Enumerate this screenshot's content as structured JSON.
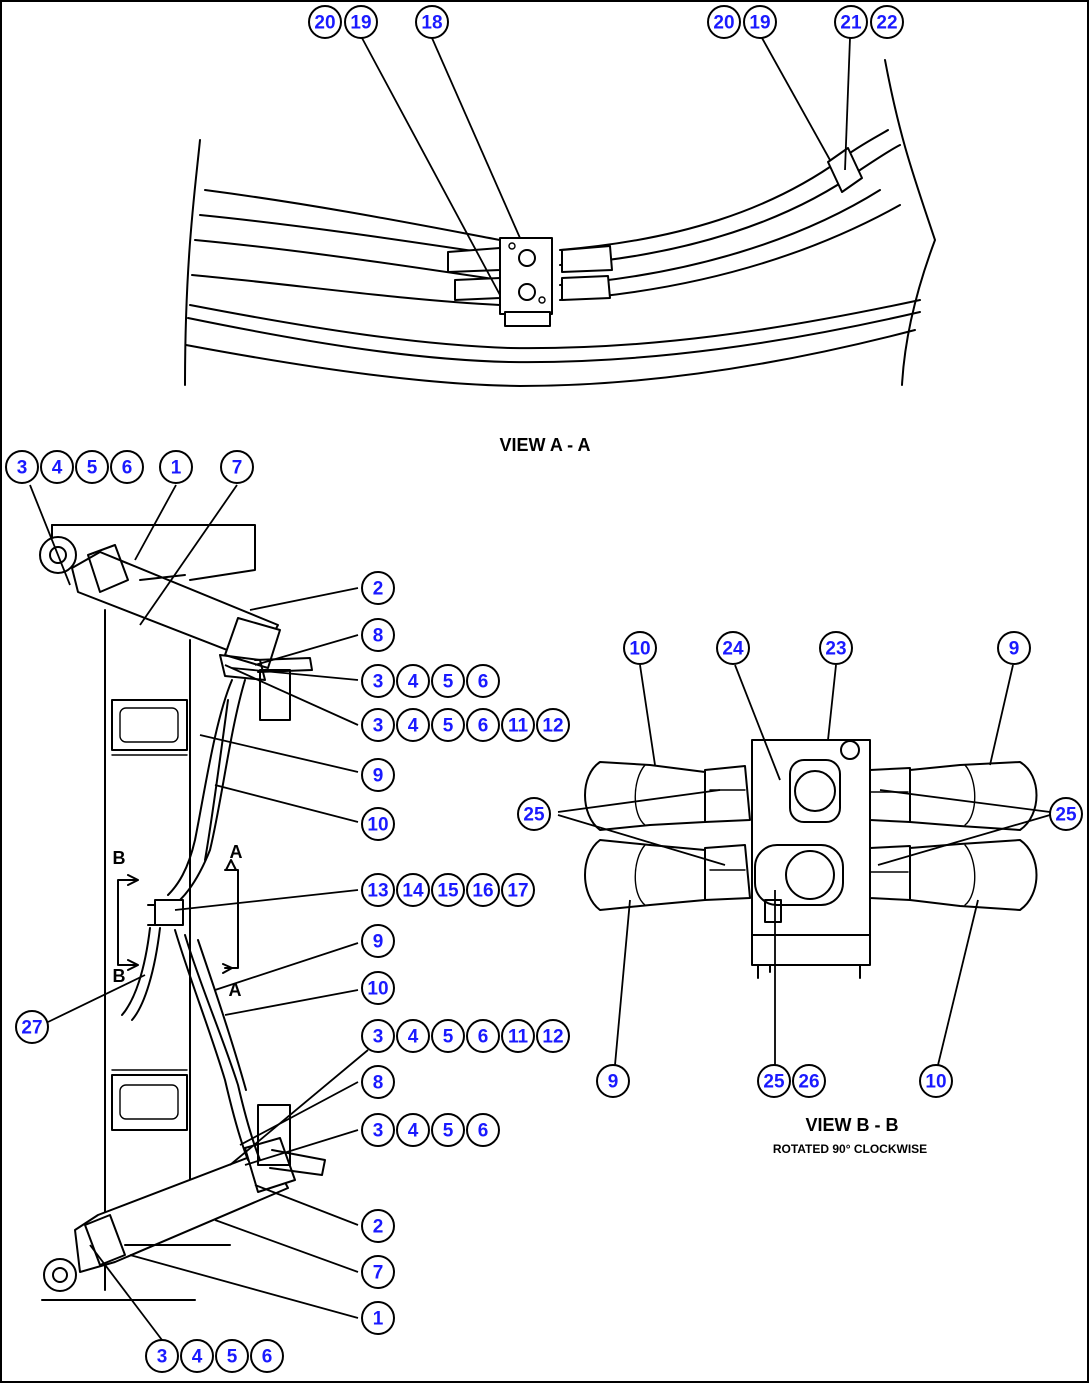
{
  "views": {
    "view_a": {
      "title": "VIEW A - A"
    },
    "view_b": {
      "title": "VIEW B - B",
      "subtitle": "ROTATED 90° CLOCKWISE"
    }
  },
  "section_marks": {
    "a": "A",
    "b": "B"
  },
  "callouts": [
    [
      "20",
      "19"
    ],
    [
      "18"
    ],
    [
      "20",
      "19"
    ],
    [
      "21",
      "22"
    ],
    [
      "3",
      "4",
      "5",
      "6"
    ],
    [
      "1"
    ],
    [
      "7"
    ],
    [
      "2"
    ],
    [
      "8"
    ],
    [
      "3",
      "4",
      "5",
      "6"
    ],
    [
      "3",
      "4",
      "5",
      "6",
      "11",
      "12"
    ],
    [
      "9"
    ],
    [
      "10"
    ],
    [
      "13",
      "14",
      "15",
      "16",
      "17"
    ],
    [
      "9"
    ],
    [
      "10"
    ],
    [
      "27"
    ],
    [
      "3",
      "4",
      "5",
      "6",
      "11",
      "12"
    ],
    [
      "8"
    ],
    [
      "3",
      "4",
      "5",
      "6"
    ],
    [
      "2"
    ],
    [
      "7"
    ],
    [
      "1"
    ],
    [
      "3",
      "4",
      "5",
      "6"
    ],
    [
      "10"
    ],
    [
      "24"
    ],
    [
      "23"
    ],
    [
      "9"
    ],
    [
      "25"
    ],
    [
      "25"
    ],
    [
      "9"
    ],
    [
      "25",
      "26"
    ],
    [
      "10"
    ]
  ]
}
